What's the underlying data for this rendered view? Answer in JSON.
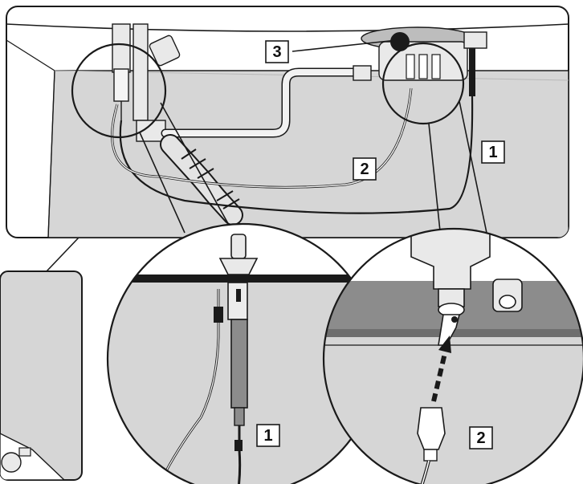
{
  "figure": {
    "type": "installation-diagram",
    "colors": {
      "outline": "#1a1a1a",
      "panel": "#d6d6d6",
      "panel_dark": "#8c8c8c",
      "metal": "#e9e9e9",
      "background": "#ffffff"
    },
    "callouts": {
      "main_3": "3",
      "main_2": "2",
      "main_1": "1",
      "detail_left_1": "1",
      "detail_right_2": "2"
    }
  }
}
